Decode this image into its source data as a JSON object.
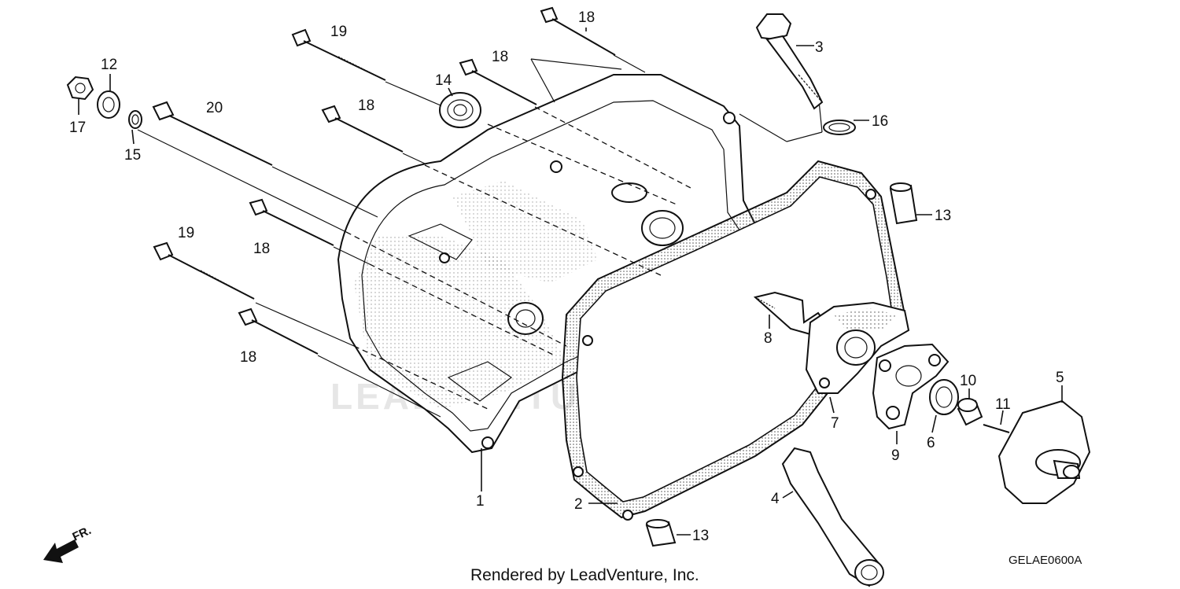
{
  "labels": {
    "p1": "1",
    "p2": "2",
    "p3": "3",
    "p4": "4",
    "p5": "5",
    "p6": "6",
    "p7": "7",
    "p8": "8",
    "p9": "9",
    "p10": "10",
    "p11": "11",
    "p12": "12",
    "p13a": "13",
    "p13b": "13",
    "p14": "14",
    "p15": "15",
    "p16": "16",
    "p17": "17",
    "p18a": "18",
    "p18b": "18",
    "p18c": "18",
    "p18d": "18",
    "p18e": "18",
    "p19a": "19",
    "p19b": "19",
    "p20": "20"
  },
  "front_marker": "FR.",
  "credit": "Rendered by LeadVenture, Inc.",
  "diagram_code": "GELAE0600A",
  "watermark": "LEADVENTURE",
  "colors": {
    "line": "#111111",
    "watermark": "#e6e6e6"
  }
}
